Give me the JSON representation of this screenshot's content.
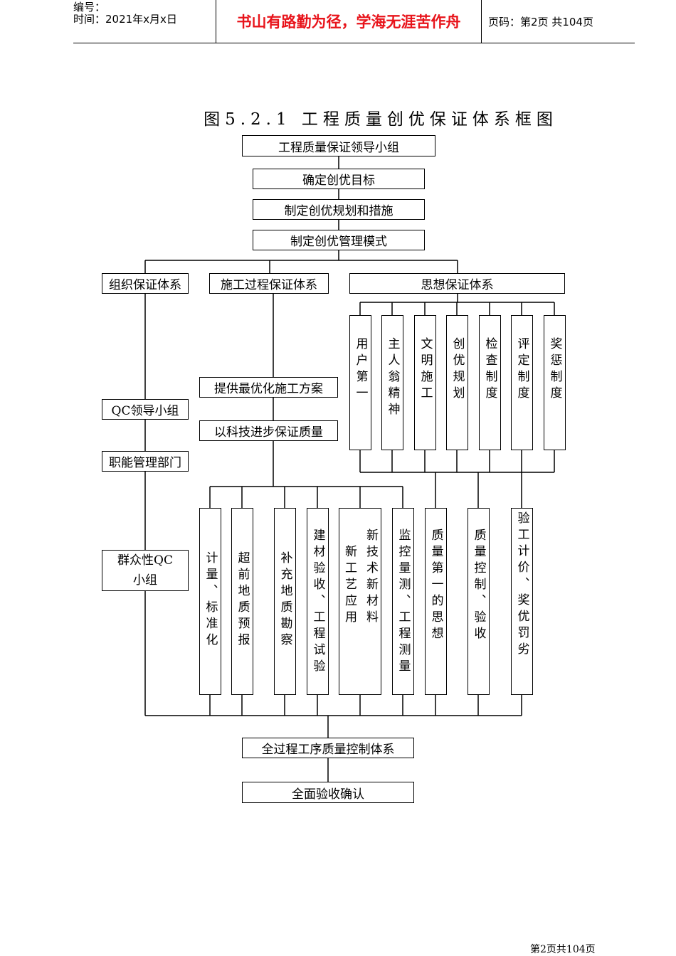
{
  "header": {
    "label_number": "编号：",
    "label_time": "时间：2021年x月x日",
    "motto": "书山有路勤为径，学海无涯苦作舟",
    "page_info": "页码：第2页 共104页"
  },
  "diagram": {
    "title": "图5.2.1  工程质量创优保证体系框图",
    "top_chain": [
      "工程质量保证领导小组",
      "确定创优目标",
      "制定创优规划和措施",
      "制定创优管理模式"
    ],
    "branches": {
      "organization": "组织保证体系",
      "construction": "施工过程保证体系",
      "thought": "思想保证体系"
    },
    "thought_items": [
      "用户第一",
      "主人翁精神",
      "文明施工",
      "创优规划",
      "检查制度",
      "评定制度",
      "奖惩制度"
    ],
    "org_items": [
      "QC领导小组",
      "职能管理部门",
      "群众性QC小组"
    ],
    "process_items": [
      "提供最优化施工方案",
      "以科技进步保证质量"
    ],
    "bottom_items": [
      "计量、标准化",
      "超前地质预报",
      "补充地质勘察",
      "建材验收、工程试验",
      "新技术新材料",
      "新工艺应用",
      "监控量测、工程测量",
      "质量第一的思想",
      "质量控制、验收",
      "验工计价、奖优罚劣"
    ],
    "final_chain": [
      "全过程工序质量控制体系",
      "全面验收确认"
    ]
  },
  "footer": {
    "page": "第2页共104页"
  }
}
